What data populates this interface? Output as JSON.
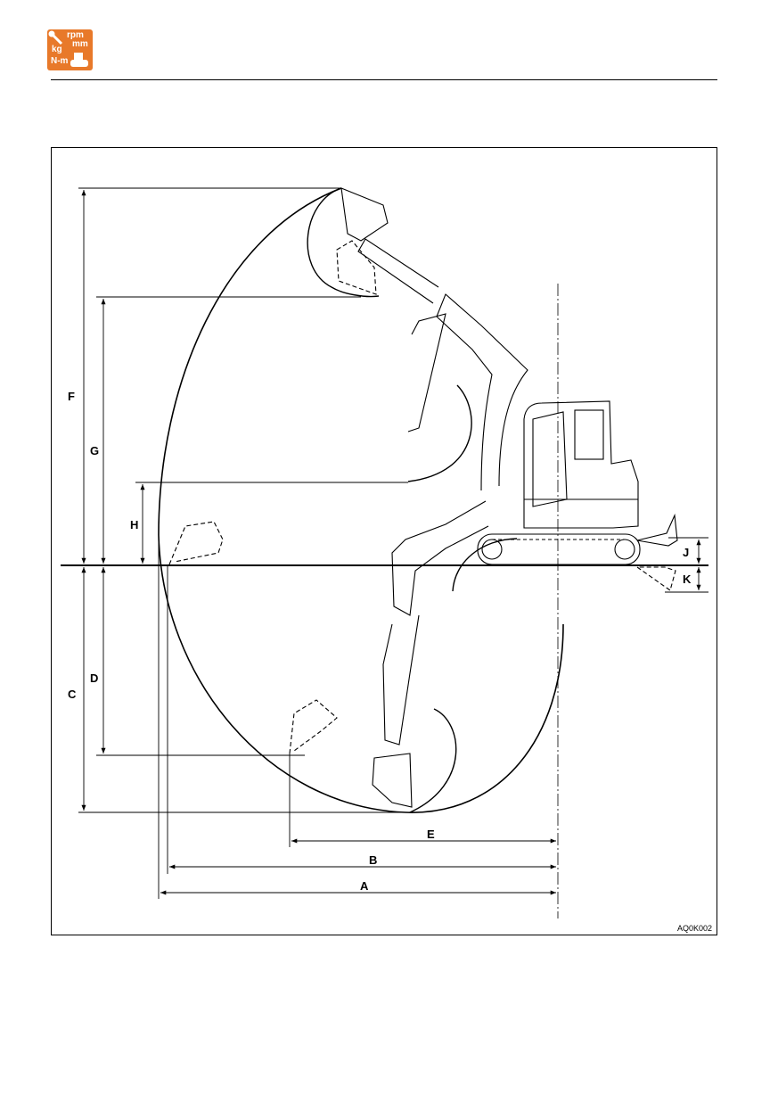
{
  "logo": {
    "icon": "units-rpm-mm-kg-nm-icon",
    "color": "#e8792a",
    "text_rpm": "rpm",
    "text_mm": "mm",
    "text_kg": "kg",
    "text_nm": "N-m"
  },
  "diagram": {
    "labels": {
      "A": "A",
      "B": "B",
      "C": "C",
      "D": "D",
      "E": "E",
      "F": "F",
      "G": "G",
      "H": "H",
      "J": "J",
      "K": "K"
    },
    "reference_code": "AQ0K002"
  }
}
